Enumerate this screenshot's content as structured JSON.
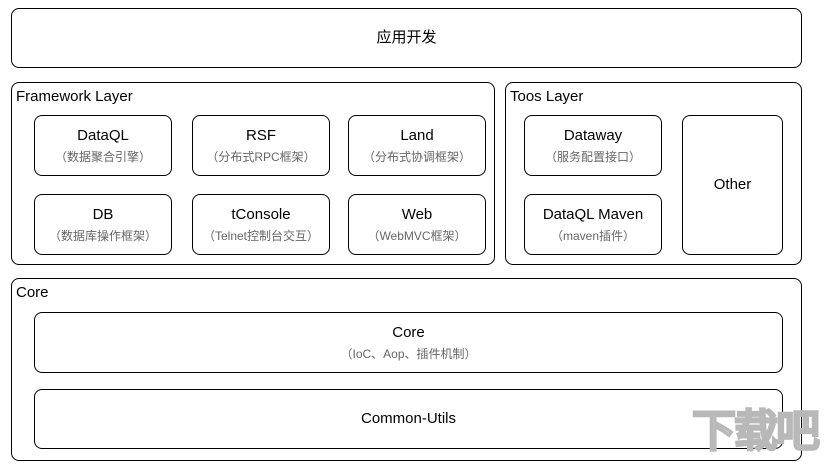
{
  "app": {
    "title": "应用开发"
  },
  "framework": {
    "label": "Framework Layer",
    "modules": [
      {
        "title": "DataQL",
        "subtitle": "（数据聚合引擎）"
      },
      {
        "title": "RSF",
        "subtitle": "（分布式RPC框架）"
      },
      {
        "title": "Land",
        "subtitle": "（分布式协调框架）"
      },
      {
        "title": "DB",
        "subtitle": "（数据库操作框架）"
      },
      {
        "title": "tConsole",
        "subtitle": "（Telnet控制台交互）"
      },
      {
        "title": "Web",
        "subtitle": "（WebMVC框架）"
      }
    ]
  },
  "tools": {
    "label": "Toos Layer",
    "modules": [
      {
        "title": "Dataway",
        "subtitle": "（服务配置接口）"
      },
      {
        "title": "DataQL Maven",
        "subtitle": "（maven插件）"
      },
      {
        "title": "Other"
      }
    ]
  },
  "core": {
    "label": "Core",
    "modules": [
      {
        "title": "Core",
        "subtitle": "（IoC、Aop、插件机制）"
      },
      {
        "title": "Common-Utils"
      }
    ]
  },
  "watermark": {
    "text": "下载吧",
    "color": "#bdbdbd"
  }
}
